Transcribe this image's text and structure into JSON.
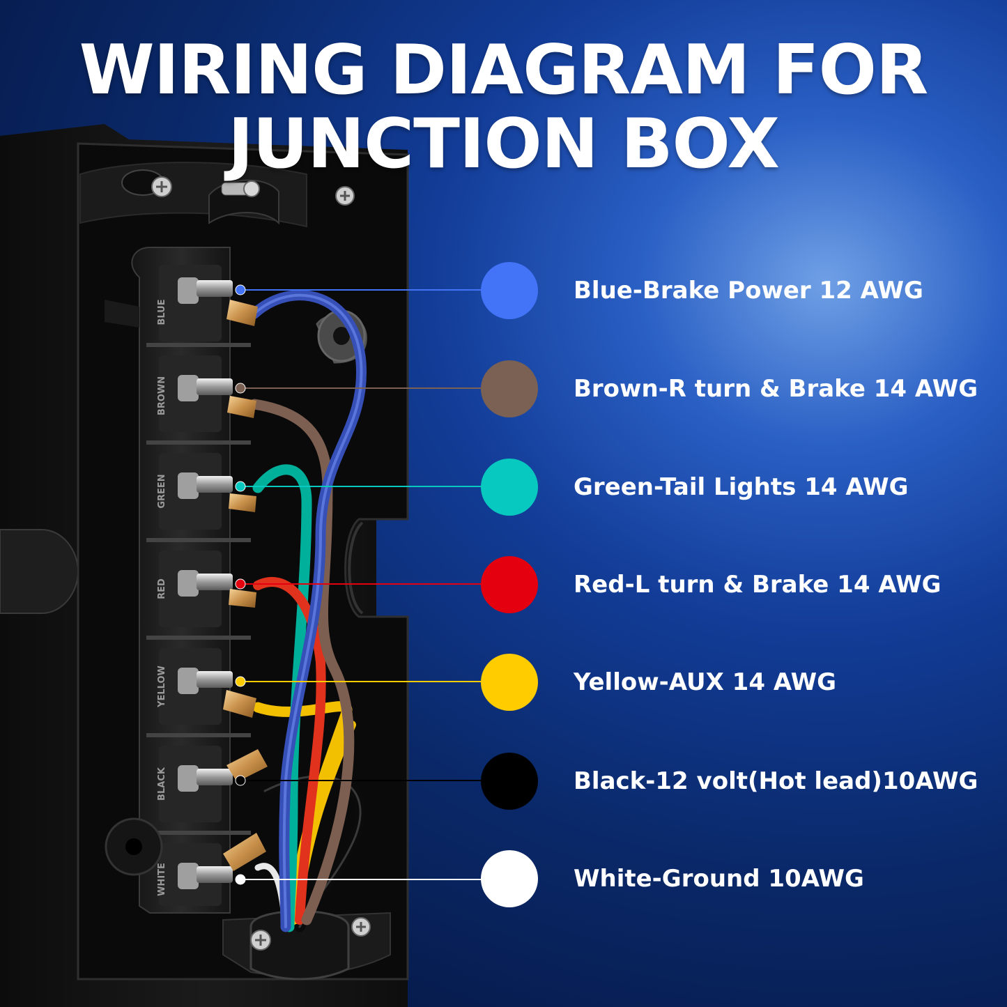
{
  "title": {
    "line1": "WIRING DIAGRAM FOR",
    "line2": "JUNCTION BOX"
  },
  "legend": [
    {
      "label": "Blue-Brake Power 12 AWG",
      "color": "#4374f8",
      "terminal_mark": "BLUE"
    },
    {
      "label": "Brown-R turn & Brake 14 AWG",
      "color": "#7a6153",
      "terminal_mark": "BROWN"
    },
    {
      "label": "Green-Tail Lights 14 AWG",
      "color": "#08c9bf",
      "terminal_mark": "GREEN"
    },
    {
      "label": "Red-L turn & Brake 14 AWG",
      "color": "#e4000f",
      "terminal_mark": "RED"
    },
    {
      "label": "Yellow-AUX 14 AWG",
      "color": "#ffcc00",
      "terminal_mark": "YELLOW"
    },
    {
      "label": "Black-12 volt(Hot lead)10AWG",
      "color": "#000000",
      "terminal_mark": "BLACK"
    },
    {
      "label": "White-Ground 10AWG",
      "color": "#ffffff",
      "terminal_mark": "WHITE"
    }
  ]
}
